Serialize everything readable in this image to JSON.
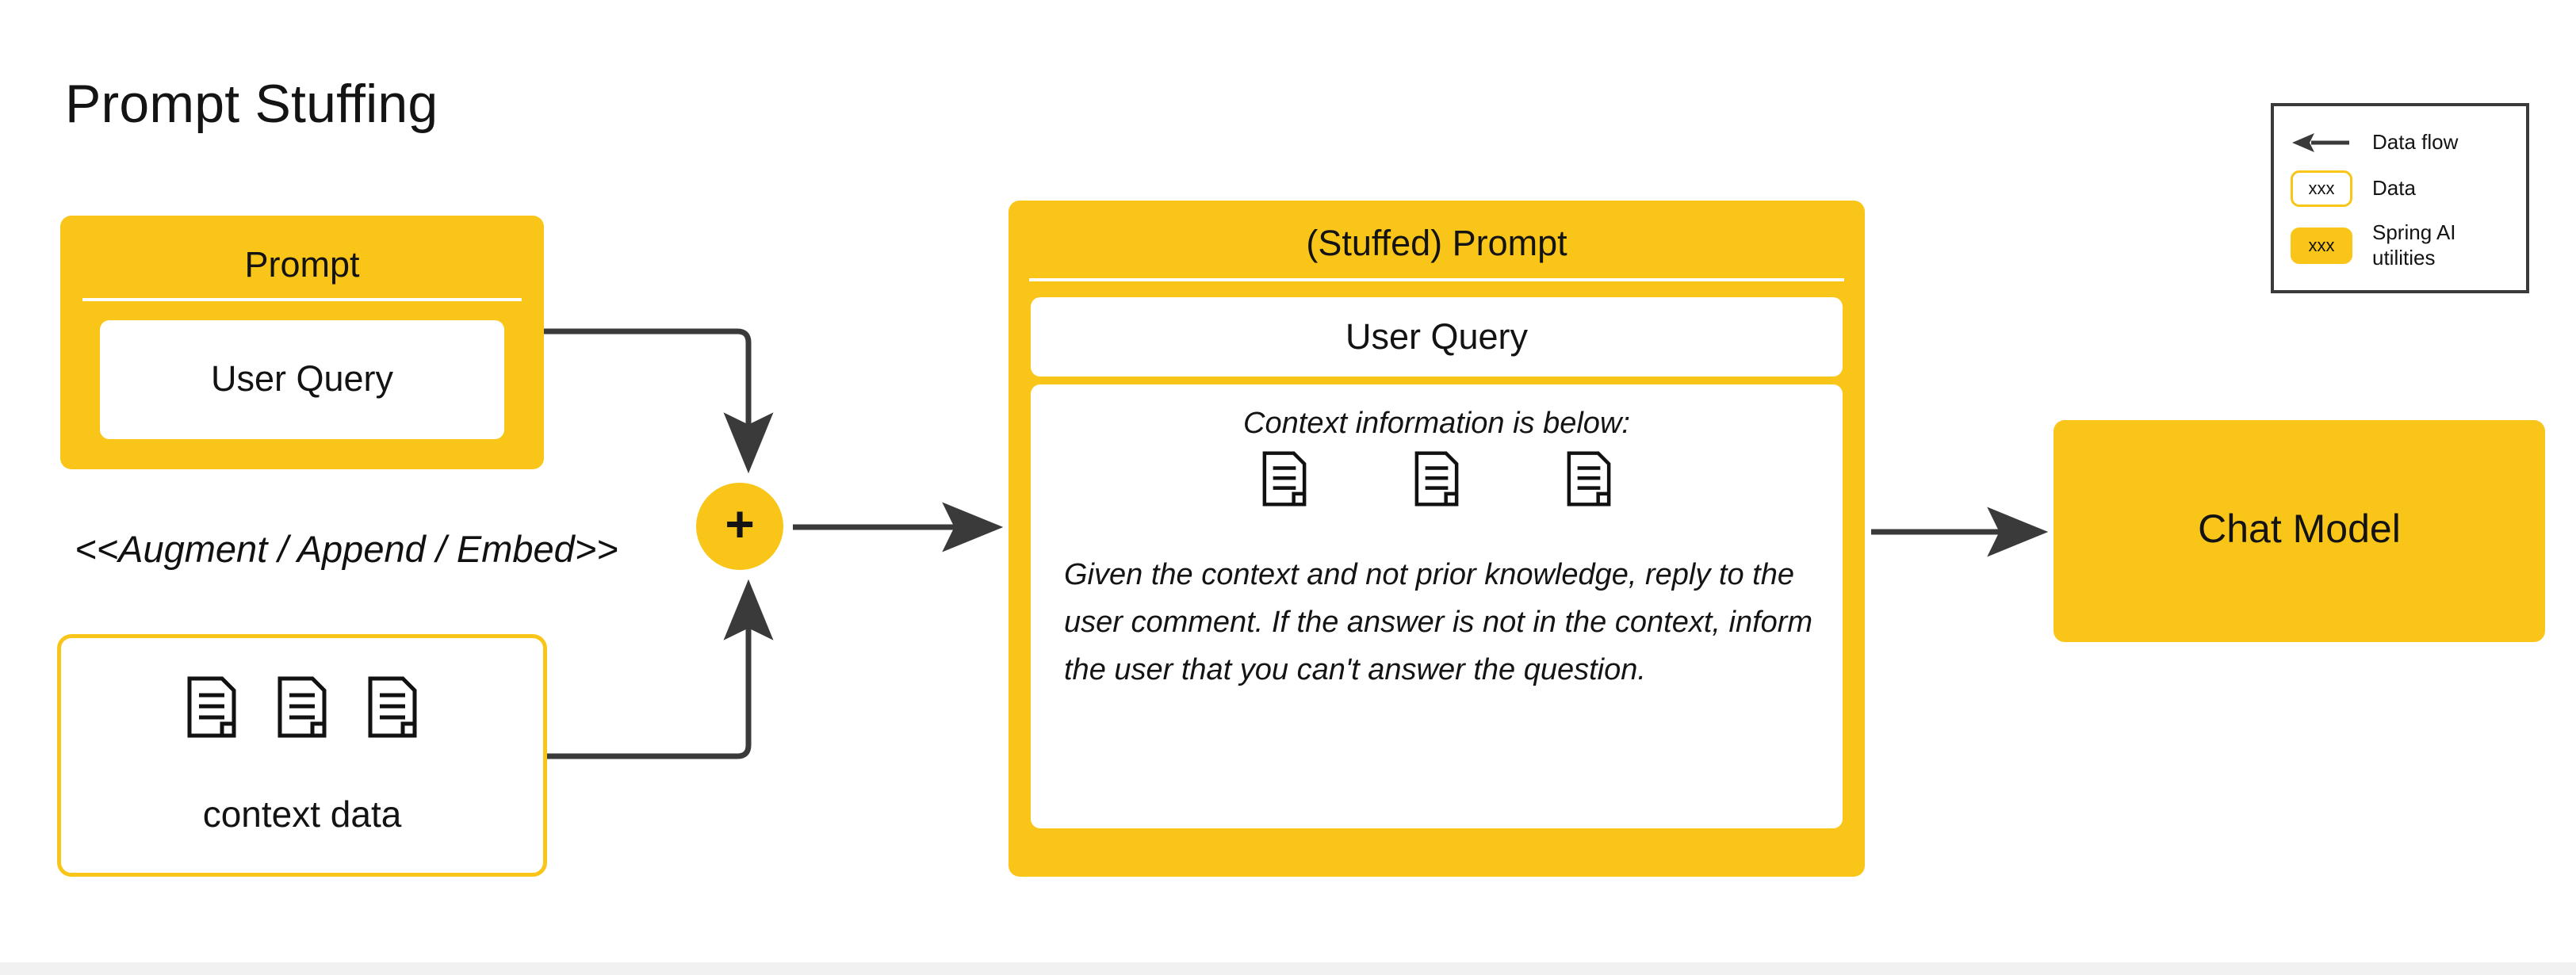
{
  "page": {
    "title": "Prompt Stuffing",
    "background": "#ffffff",
    "accent_color": "#F9C518",
    "line_color": "#3a3a3a"
  },
  "prompt_box": {
    "title": "Prompt",
    "inner_label": "User Query"
  },
  "augment": {
    "label": "<<Augment / Append / Embed>>"
  },
  "context_data": {
    "label": "context data",
    "doc_count": 3,
    "doc_icon": "document-icon"
  },
  "combine_node": {
    "glyph": "+",
    "icon": "plus-icon"
  },
  "stuffed_prompt": {
    "title": "(Stuffed) Prompt",
    "user_query_label": "User Query",
    "context_heading": "Context information is below:",
    "doc_count": 3,
    "doc_icon": "document-icon",
    "paragraph": "Given the context and not prior knowledge, reply to the user comment. If the answer is not in the context, inform the user that you can't answer the question."
  },
  "chat_model": {
    "label": "Chat Model"
  },
  "legend": {
    "rows": [
      {
        "kind": "arrow",
        "icon": "left-arrow-icon",
        "swatch_text": "",
        "label": "Data flow"
      },
      {
        "kind": "data",
        "icon": "data-chip-icon",
        "swatch_text": "xxx",
        "label": "Data"
      },
      {
        "kind": "spring",
        "icon": "spring-chip-icon",
        "swatch_text": "xxx",
        "label": "Spring AI utilities"
      }
    ]
  },
  "flows": [
    {
      "from": "prompt-box",
      "to": "combine-node",
      "icon": "arrow-icon"
    },
    {
      "from": "context-data-box",
      "to": "combine-node",
      "icon": "arrow-icon"
    },
    {
      "from": "combine-node",
      "to": "stuffed-prompt",
      "icon": "arrow-icon"
    },
    {
      "from": "stuffed-prompt",
      "to": "chat-model",
      "icon": "arrow-icon"
    }
  ]
}
